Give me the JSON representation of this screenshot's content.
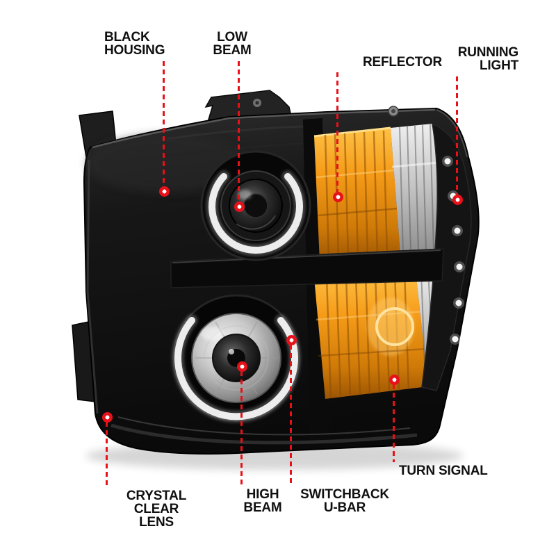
{
  "colors": {
    "callout-red": "#e8111a",
    "amber": "#f59b18",
    "housing": "#0e0e0e",
    "background": "#ffffff"
  },
  "callouts": [
    {
      "id": "black-housing",
      "label": "BLACK HOUSING"
    },
    {
      "id": "low-beam",
      "label": "LOW BEAM"
    },
    {
      "id": "reflector",
      "label": "REFLECTOR"
    },
    {
      "id": "running-light",
      "label": "RUNNING LIGHT"
    },
    {
      "id": "crystal-clear-lens",
      "label": "CRYSTAL CLEAR LENS"
    },
    {
      "id": "high-beam",
      "label": "HIGH BEAM"
    },
    {
      "id": "switchback-u-bar",
      "label": "SWITCHBACK U-BAR"
    },
    {
      "id": "turn-signal",
      "label": "TURN SIGNAL"
    }
  ]
}
